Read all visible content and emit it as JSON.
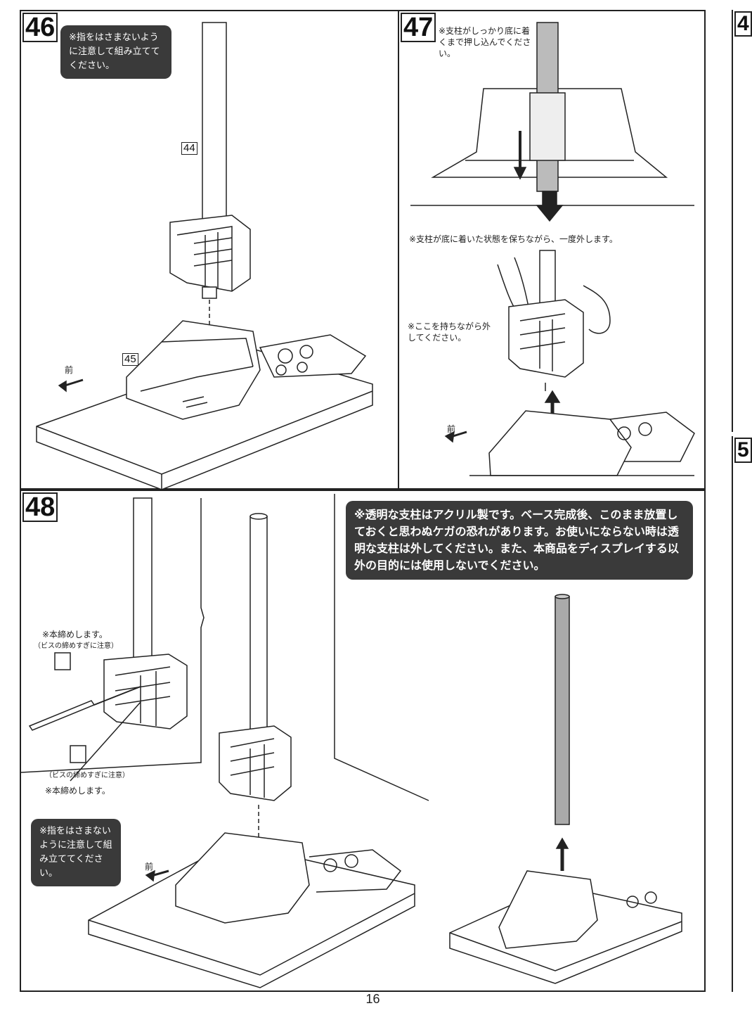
{
  "page_number": "16",
  "steps": {
    "s46": {
      "number": "46",
      "note": "※指をはさまないように注意して組み立ててください。",
      "part_top": "44",
      "part_base": "45",
      "front_label": "前"
    },
    "s47": {
      "number": "47",
      "note_top": "※支柱がしっかり底に着くまで押し込んでください。",
      "note_mid": "※支柱が底に着いた状態を保ちながら、一度外します。",
      "note_hold": "※ここを持ちながら外してください。",
      "front_label": "前"
    },
    "s48": {
      "number": "48",
      "screw_note_top": "※本締めします。",
      "screw_caution_top": "（ビスの締めすぎに注意）",
      "screw_caution_bottom": "（ビスの締めすぎに注意）",
      "screw_note_bottom": "※本締めします。",
      "finger_note": "※指をはさまないように注意して組み立ててください。",
      "front_label": "前",
      "acrylic_note": "※透明な支柱はアクリル製です。ベース完成後、このまま放置しておくと思わぬケガの恐れがあります。お使いにならない時は透明な支柱は外してください。また、本商品をディスプレイする以外の目的には使用しないでください。"
    }
  },
  "edge_labels": [
    "4",
    "5"
  ]
}
